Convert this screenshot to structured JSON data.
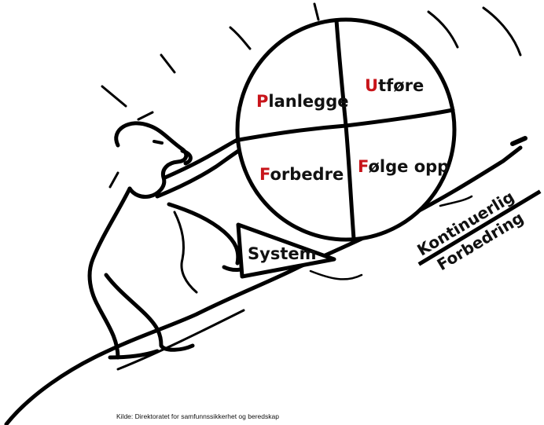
{
  "wheel": {
    "plan": {
      "first": "P",
      "rest": "lanlegge"
    },
    "do": {
      "first": "U",
      "rest": "tføre"
    },
    "act": {
      "first": "F",
      "rest": "orbedre"
    },
    "check": {
      "first": "F",
      "rest": "ølge opp"
    }
  },
  "wedge_label": "System",
  "slope": {
    "line1": "Kontinuerlig",
    "line2": "Forbedring"
  },
  "source": "Kilde: Direktoratet for samfunnssikkerhet og beredskap",
  "colors": {
    "accent": "#c8141a",
    "ink": "#000000"
  }
}
